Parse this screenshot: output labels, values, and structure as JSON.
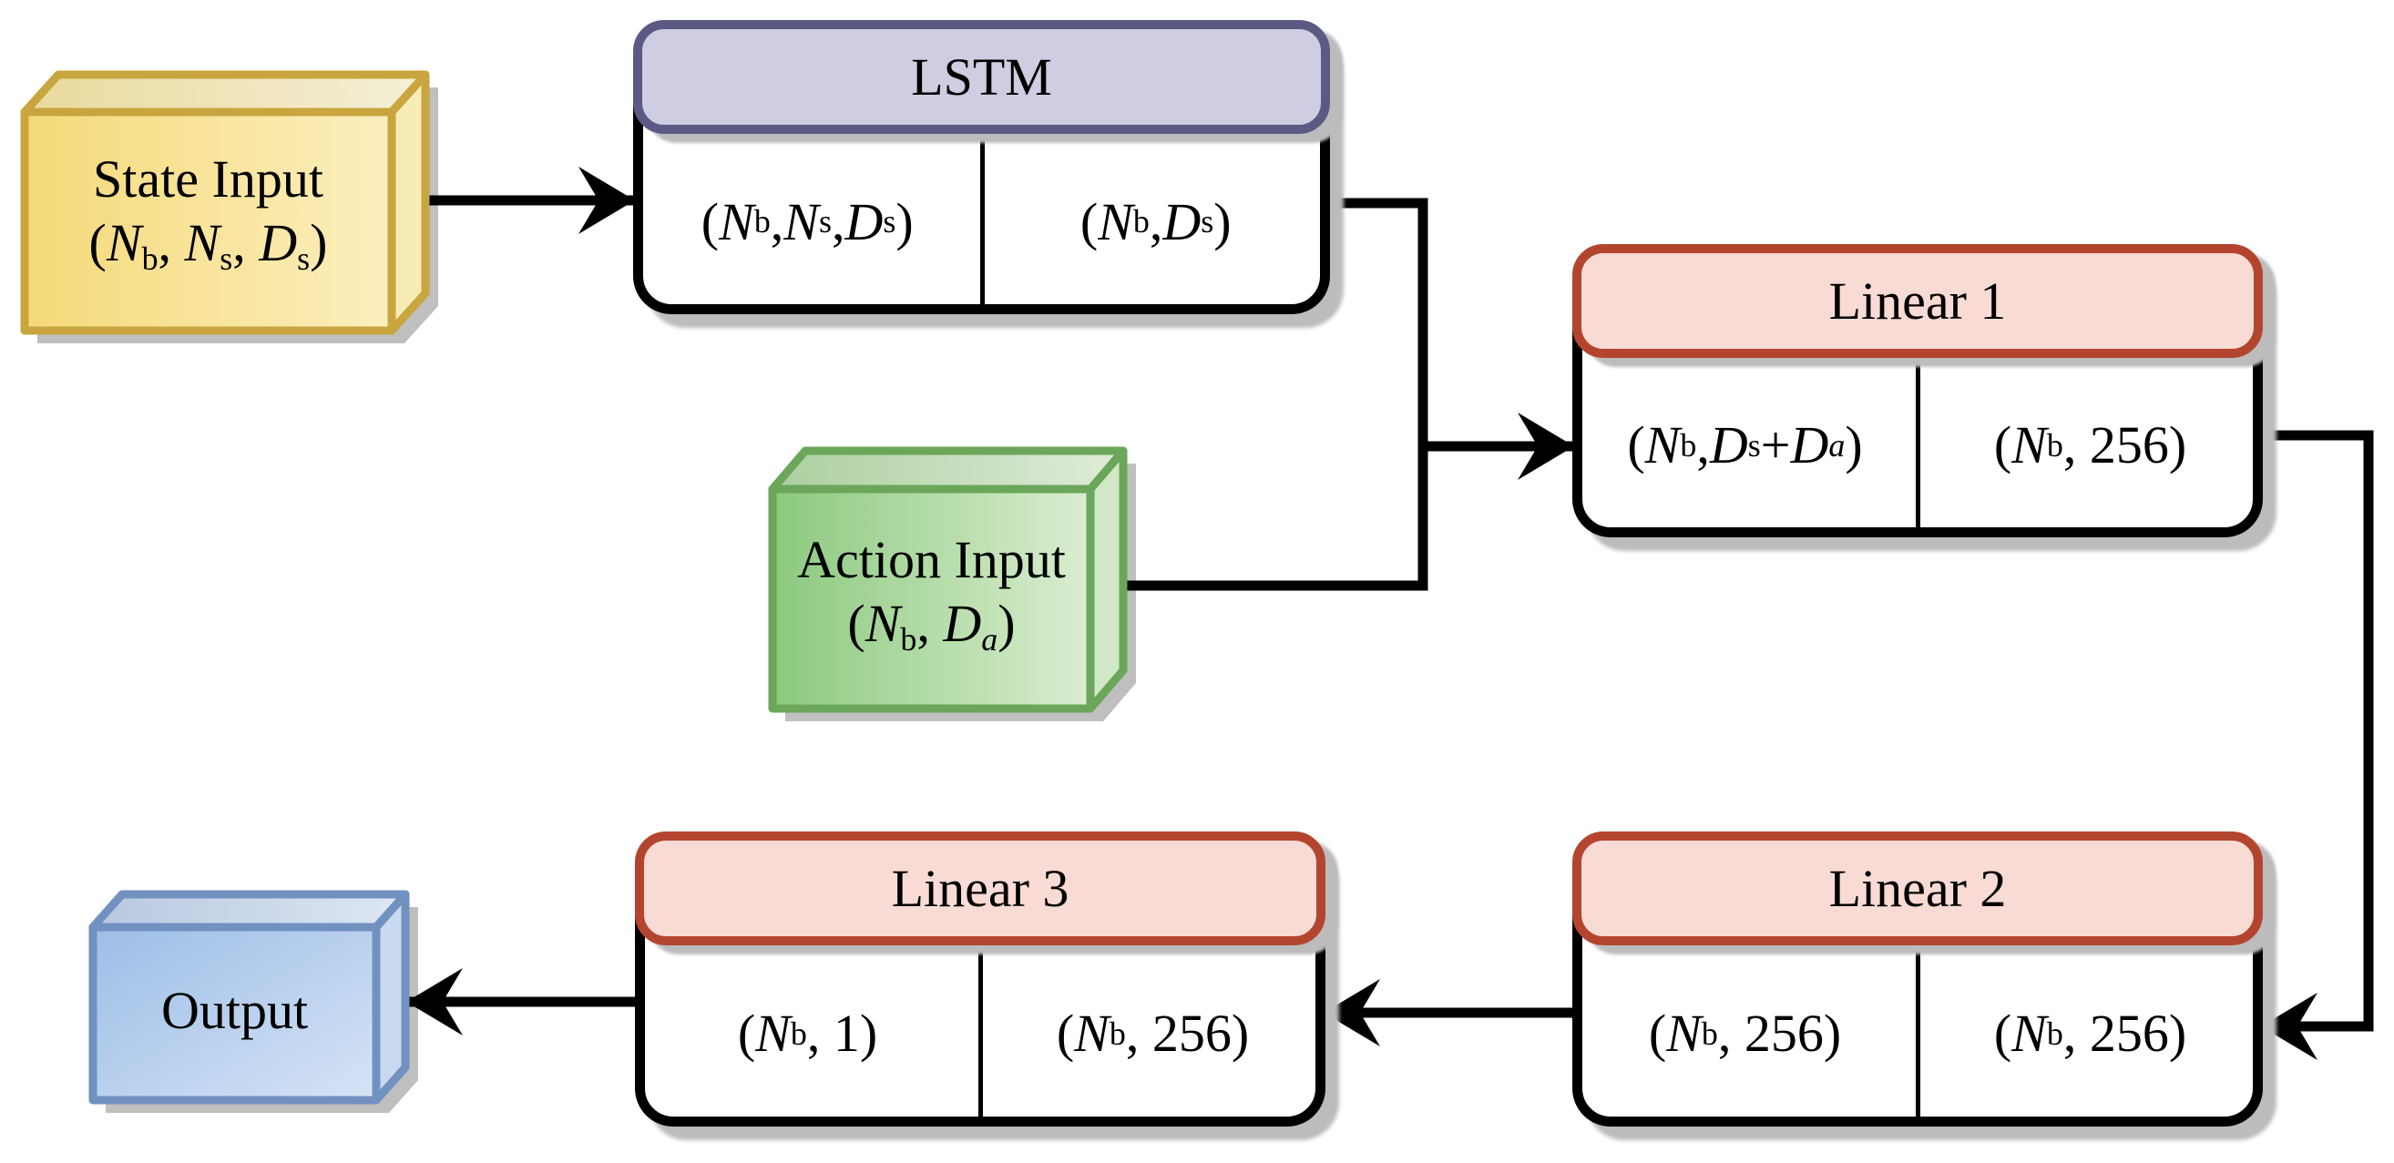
{
  "palette": {
    "state_box_border": "#C8A53E",
    "state_box_fill": "#F6DC82",
    "action_box_border": "#6BA65A",
    "action_box_fill": "#90CB82",
    "output_box_border": "#7191C1",
    "output_box_fill": "#9FBFE5",
    "lstm_header_fill": "#CECDE1",
    "lstm_header_border": "#5B5A84",
    "linear_header_fill": "#F8DBD4",
    "linear_header_border": "#B3452F",
    "connector_color": "#000000",
    "shadow_color": "#BCBCBC"
  },
  "nodes": {
    "state_input": {
      "label": "State Input",
      "dims": [
        {
          "t": "("
        },
        {
          "t": "N",
          "i": 1
        },
        {
          "t": "b",
          "s": 1
        },
        {
          "t": ", "
        },
        {
          "t": "N",
          "i": 1
        },
        {
          "t": "s",
          "s": 1
        },
        {
          "t": ", "
        },
        {
          "t": "D",
          "i": 1
        },
        {
          "t": "s",
          "s": 1
        },
        {
          "t": ")"
        }
      ]
    },
    "action_input": {
      "label": "Action Input",
      "dims": [
        {
          "t": "("
        },
        {
          "t": "N",
          "i": 1
        },
        {
          "t": "b",
          "s": 1
        },
        {
          "t": ", "
        },
        {
          "t": "D",
          "i": 1
        },
        {
          "t": "a",
          "s": 1,
          "i": 1
        },
        {
          "t": ")"
        }
      ]
    },
    "output": {
      "label": "Output"
    },
    "lstm": {
      "title": "LSTM",
      "input_dims": [
        {
          "t": "("
        },
        {
          "t": "N",
          "i": 1
        },
        {
          "t": "b",
          "s": 1
        },
        {
          "t": ", "
        },
        {
          "t": "N",
          "i": 1
        },
        {
          "t": "s",
          "s": 1
        },
        {
          "t": ", "
        },
        {
          "t": "D",
          "i": 1
        },
        {
          "t": "s",
          "s": 1
        },
        {
          "t": ")"
        }
      ],
      "output_dims": [
        {
          "t": "("
        },
        {
          "t": "N",
          "i": 1
        },
        {
          "t": "b",
          "s": 1
        },
        {
          "t": ", "
        },
        {
          "t": "D",
          "i": 1
        },
        {
          "t": "s",
          "s": 1
        },
        {
          "t": ")"
        }
      ]
    },
    "linear1": {
      "title": "Linear 1",
      "input_dims": [
        {
          "t": "("
        },
        {
          "t": "N",
          "i": 1
        },
        {
          "t": "b",
          "s": 1
        },
        {
          "t": ", "
        },
        {
          "t": "D",
          "i": 1
        },
        {
          "t": "s",
          "s": 1
        },
        {
          "t": "+"
        },
        {
          "t": "D",
          "i": 1
        },
        {
          "t": "a",
          "s": 1,
          "i": 1
        },
        {
          "t": ")"
        }
      ],
      "output_dims": [
        {
          "t": "("
        },
        {
          "t": "N",
          "i": 1
        },
        {
          "t": "b",
          "s": 1
        },
        {
          "t": ", 256)"
        }
      ]
    },
    "linear2": {
      "title": "Linear 2",
      "input_dims": [
        {
          "t": "("
        },
        {
          "t": "N",
          "i": 1
        },
        {
          "t": "b",
          "s": 1
        },
        {
          "t": ", 256)"
        }
      ],
      "output_dims": [
        {
          "t": "("
        },
        {
          "t": "N",
          "i": 1
        },
        {
          "t": "b",
          "s": 1
        },
        {
          "t": ", 256)"
        }
      ]
    },
    "linear3": {
      "title": "Linear 3",
      "input_dims": [
        {
          "t": "("
        },
        {
          "t": "N",
          "i": 1
        },
        {
          "t": "b",
          "s": 1
        },
        {
          "t": ", 1)"
        }
      ],
      "output_dims": [
        {
          "t": "("
        },
        {
          "t": "N",
          "i": 1
        },
        {
          "t": "b",
          "s": 1
        },
        {
          "t": ", 256)"
        }
      ]
    }
  }
}
